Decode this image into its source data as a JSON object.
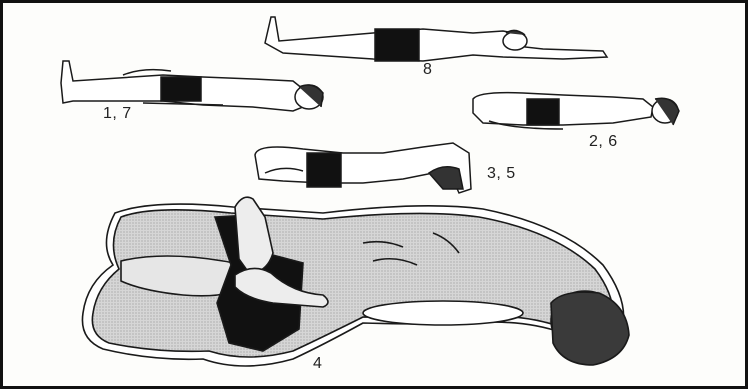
{
  "figure": {
    "step_labels": {
      "fig_8": "8",
      "fig_1_7": "1, 7",
      "fig_2_6": "2, 6",
      "fig_3_5": "3, 5",
      "fig_4": "4"
    }
  },
  "colors": {
    "ink": "#1a1a1a",
    "shorts": "#111111",
    "skin_shade": "#c9c9c9",
    "background": "#fdfdfb"
  }
}
